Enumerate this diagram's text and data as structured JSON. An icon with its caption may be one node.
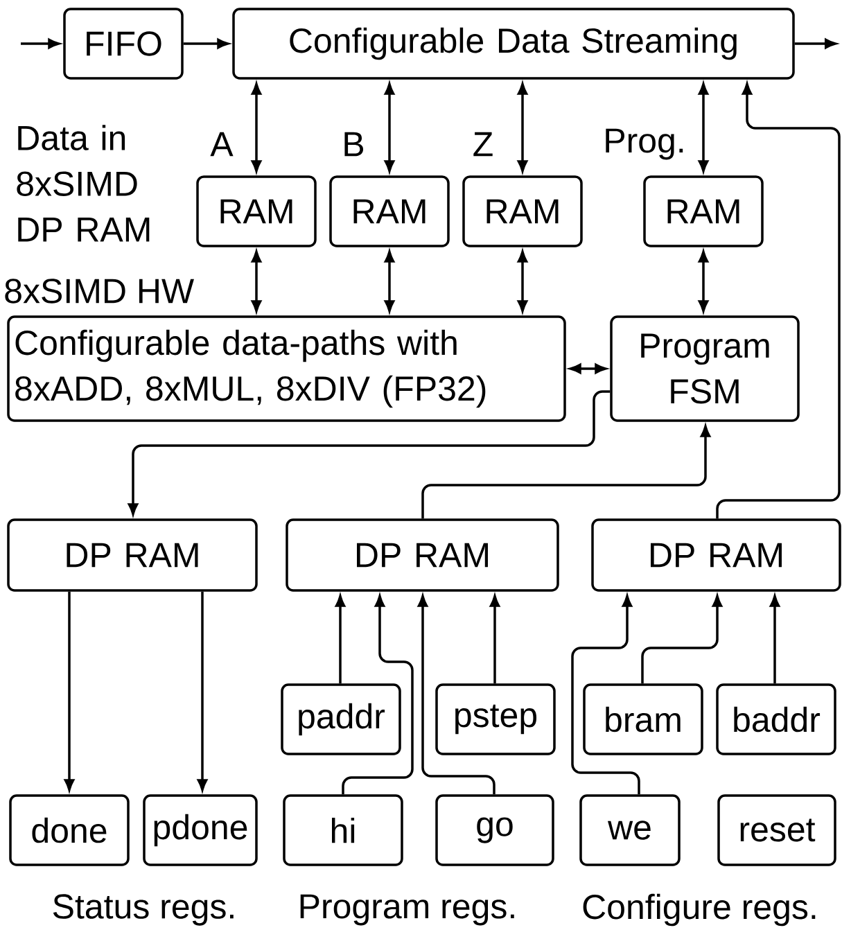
{
  "diagram": {
    "nodes": [
      {
        "text": [
          "FIFO"
        ]
      },
      {
        "text": [
          "Configurable Data Streaming"
        ]
      },
      {
        "text": [
          "RAM"
        ]
      },
      {
        "text": [
          "RAM"
        ]
      },
      {
        "text": [
          "RAM"
        ]
      },
      {
        "text": [
          "RAM"
        ]
      },
      {
        "text": [
          "Configurable data-paths with 8xADD, 8xMUL, 8xDIV (FP32)"
        ]
      },
      {
        "text": [
          "Program FSM"
        ]
      },
      {
        "text": [
          "DP RAM"
        ]
      },
      {
        "text": [
          "DP RAM"
        ]
      },
      {
        "text": [
          "DP RAM"
        ]
      },
      {
        "text": [
          "paddr"
        ]
      },
      {
        "text": [
          "pstep"
        ]
      },
      {
        "text": [
          "bram"
        ]
      },
      {
        "text": [
          "baddr"
        ]
      },
      {
        "text": [
          "done"
        ]
      },
      {
        "text": [
          "pdone"
        ]
      },
      {
        "text": [
          "hi"
        ]
      },
      {
        "text": [
          "go"
        ]
      },
      {
        "text": [
          "we"
        ]
      },
      {
        "text": [
          "reset"
        ]
      }
    ],
    "edges": [
      {
        "from": null,
        "to": 0,
        "arrow": "to"
      },
      {
        "from": 0,
        "to": 1,
        "arrow": "to"
      },
      {
        "from": 1,
        "to": null,
        "arrow": "to"
      },
      {
        "from": 1,
        "to": 2,
        "arrow": "both"
      },
      {
        "from": 1,
        "to": 3,
        "arrow": "both"
      },
      {
        "from": 1,
        "to": 4,
        "arrow": "both"
      },
      {
        "from": 1,
        "to": 5,
        "arrow": "both"
      },
      {
        "from": 2,
        "to": 6,
        "arrow": "both"
      },
      {
        "from": 3,
        "to": 6,
        "arrow": "both"
      },
      {
        "from": 4,
        "to": 6,
        "arrow": "both"
      },
      {
        "from": 5,
        "to": 7,
        "arrow": "both"
      },
      {
        "from": 6,
        "to": 7,
        "arrow": "both"
      },
      {
        "from": 7,
        "to": 8,
        "arrow": "to"
      },
      {
        "from": 9,
        "to": 7,
        "arrow": "to"
      },
      {
        "from": 10,
        "to": 1,
        "arrow": "to"
      },
      {
        "from": 8,
        "to": 15,
        "arrow": "to"
      },
      {
        "from": 8,
        "to": 16,
        "arrow": "to"
      },
      {
        "from": 11,
        "to": 9,
        "arrow": "to"
      },
      {
        "from": 17,
        "to": 9,
        "arrow": "to"
      },
      {
        "from": 18,
        "to": 9,
        "arrow": "to"
      },
      {
        "from": 12,
        "to": 9,
        "arrow": "to"
      },
      {
        "from": 19,
        "to": 10,
        "arrow": "to"
      },
      {
        "from": 13,
        "to": 10,
        "arrow": "to"
      },
      {
        "from": 14,
        "to": 10,
        "arrow": "to"
      }
    ],
    "labels": [
      "Data in 8xSIMD DP RAM",
      "A",
      "B",
      "Z",
      "Prog.",
      "8xSIMD HW",
      "Status regs.",
      "Program regs.",
      "Configure regs."
    ]
  }
}
